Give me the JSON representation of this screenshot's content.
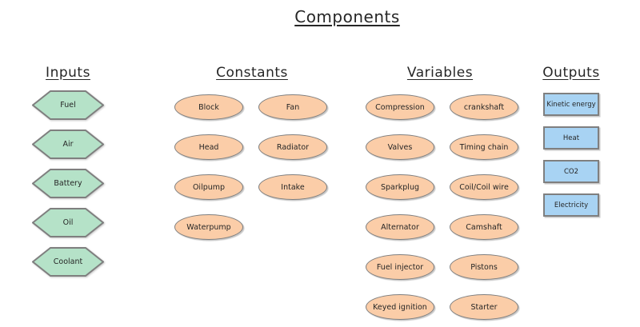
{
  "title": "Components",
  "inputs": {
    "header": "Inputs",
    "shape": "hexagon",
    "items": [
      "Fuel",
      "Air",
      "Battery",
      "Oil",
      "Coolant"
    ]
  },
  "constants": {
    "header": "Constants",
    "shape": "ellipse",
    "left": [
      "Block",
      "Head",
      "Oilpump",
      "Waterpump"
    ],
    "right": [
      "Fan",
      "Radiator",
      "Intake"
    ]
  },
  "variables": {
    "header": "Variables",
    "shape": "ellipse",
    "left": [
      "Compression",
      "Valves",
      "Sparkplug",
      "Alternator",
      "Fuel injector",
      "Keyed ignition"
    ],
    "right": [
      "crankshaft",
      "Timing chain",
      "Coil/Coil wire",
      "Camshaft",
      "Pistons",
      "Starter"
    ]
  },
  "outputs": {
    "header": "Outputs",
    "shape": "rectangle",
    "items": [
      "Kinetic energy",
      "Heat",
      "CO2",
      "Electricity"
    ]
  },
  "colors": {
    "input_fill": "#b5e2c8",
    "process_fill": "#fbcda8",
    "output_fill": "#a8d3f3",
    "border": "#7f7f7f",
    "text": "#262626"
  }
}
